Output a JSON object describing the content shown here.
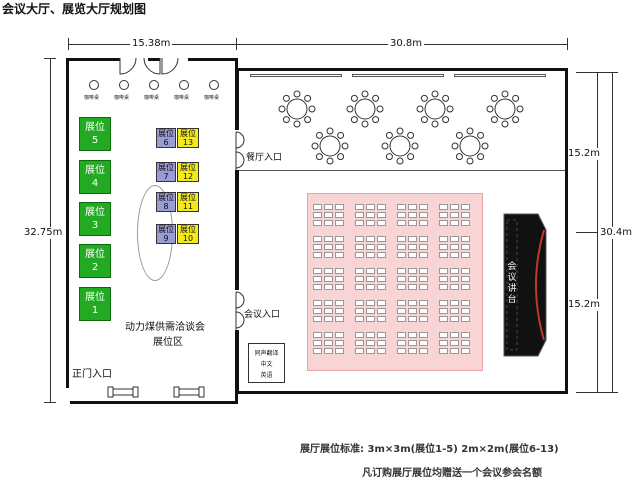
{
  "title": "会议大厅、展览大厅规划图",
  "dims": {
    "left_width": "15.38m",
    "right_width": "30.8m",
    "total_height": "32.75m",
    "upper_height": "15.2m",
    "lower_height": "15.2m",
    "right_total": "30.4m"
  },
  "tables_label": "咖啡桌",
  "green_booths": [
    {
      "label": "展位",
      "num": "5"
    },
    {
      "label": "展位",
      "num": "4"
    },
    {
      "label": "展位",
      "num": "3"
    },
    {
      "label": "展位",
      "num": "2"
    },
    {
      "label": "展位",
      "num": "1"
    }
  ],
  "purple_booths": [
    {
      "label": "展位",
      "num": "6"
    },
    {
      "label": "展位",
      "num": "7"
    },
    {
      "label": "展位",
      "num": "8"
    },
    {
      "label": "展位",
      "num": "9"
    }
  ],
  "yellow_booths": [
    {
      "label": "展位",
      "num": "13"
    },
    {
      "label": "展位",
      "num": "12"
    },
    {
      "label": "展位",
      "num": "11"
    },
    {
      "label": "展位",
      "num": "10"
    }
  ],
  "labels": {
    "dining_entrance": "餐厅入口",
    "meeting_entrance": "会议入口",
    "main_entrance": "正门入口",
    "exhibit_area_line1": "动力煤供需洽谈会",
    "exhibit_area_line2": "展位区",
    "translation_line1": "同声翻译",
    "translation_line2": "中文",
    "translation_line3": "英语",
    "podium": "会议讲台"
  },
  "footer": {
    "standard": "展厅展位标准:  3m×3m(展位1-5)   2m×2m(展位6-13)",
    "note": "凡订购展厅展位均赠送一个会议参会名额"
  }
}
